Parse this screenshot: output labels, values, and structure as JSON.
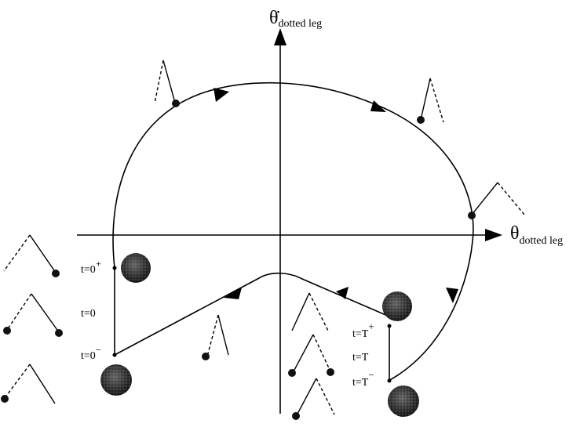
{
  "axes": {
    "x": {
      "symbol": "θ",
      "subscript": "dotted leg"
    },
    "y": {
      "symbol": "θ̇",
      "subscript": "dotted leg"
    }
  },
  "time_labels": {
    "t0_plus": {
      "base": "t=0",
      "sup": "+"
    },
    "t0": {
      "base": "t=0"
    },
    "t0_minus": {
      "base": "t=0",
      "sup": "−"
    },
    "tT_plus": {
      "base": "t=T",
      "sup": "+"
    },
    "tT": {
      "base": "t=T"
    },
    "tT_minus": {
      "base": "t=T",
      "sup": "−"
    }
  },
  "elements": {
    "legend_note": ""
  }
}
